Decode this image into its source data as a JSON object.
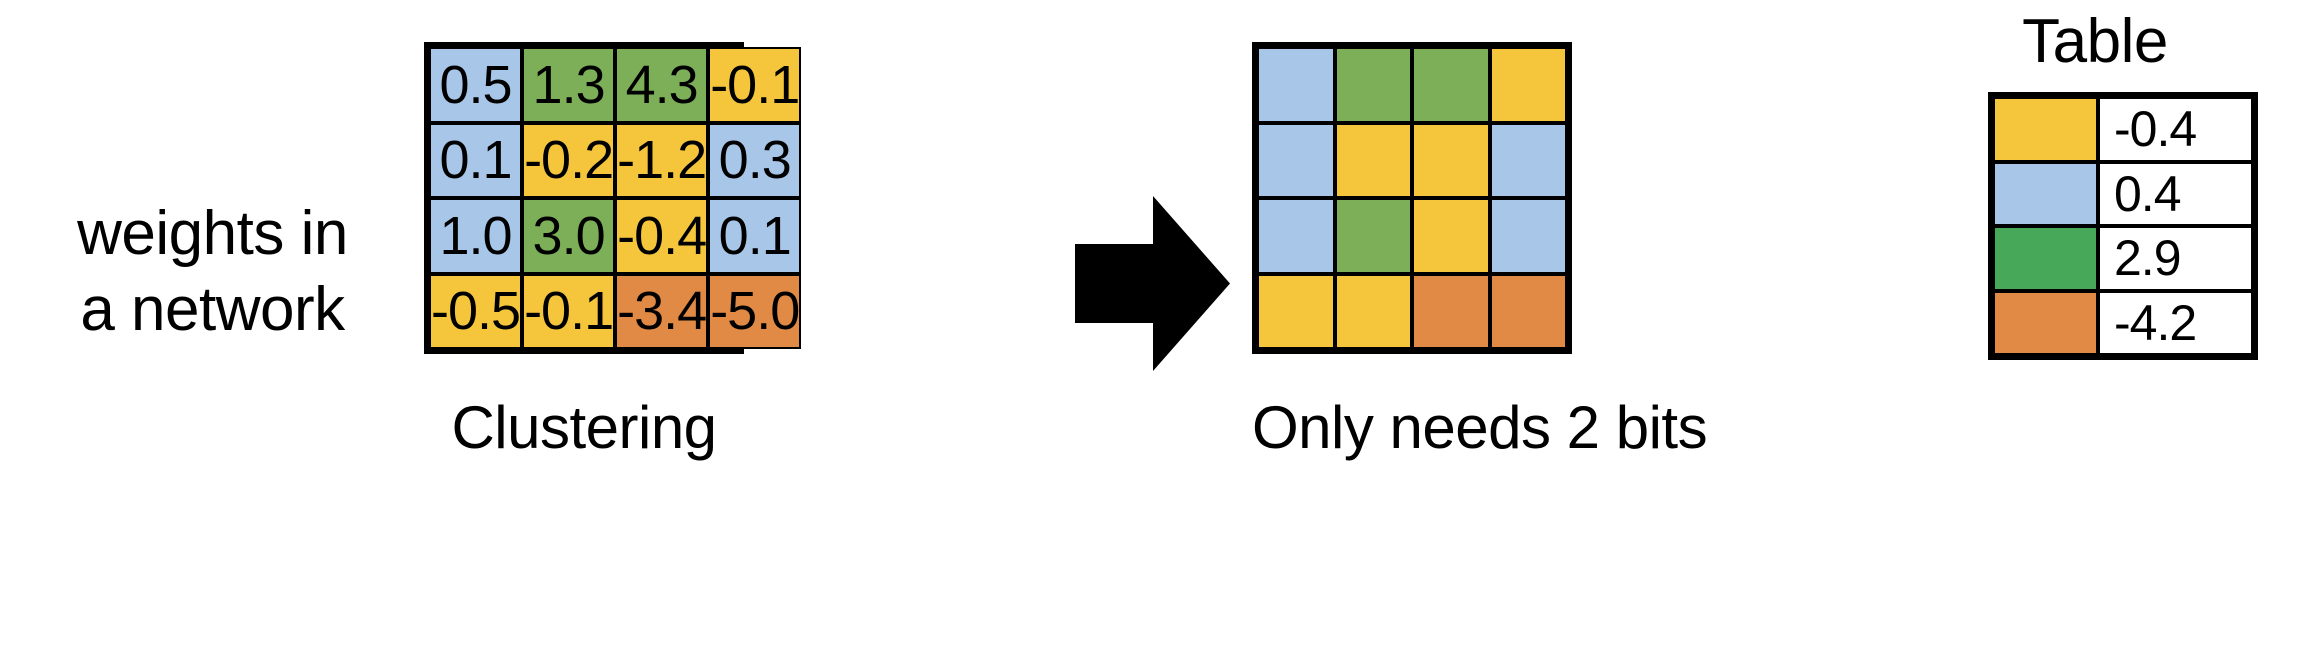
{
  "labels": {
    "side_label": "weights in\na network",
    "caption_left": "Clustering",
    "caption_right": "Only needs 2 bits",
    "legend_title": "Table"
  },
  "colors": {
    "blue": "#a8c7e8",
    "green": "#7caf57",
    "yellow": "#f5c63c",
    "orange": "#e08a45",
    "legend_green": "#48a85a",
    "border": "#000000",
    "background": "#ffffff",
    "arrow": "#000000"
  },
  "weight_matrix": {
    "rows": 4,
    "cols": 4,
    "cells": [
      {
        "value": "0.5",
        "color": "#a8c7e8"
      },
      {
        "value": "1.3",
        "color": "#7caf57"
      },
      {
        "value": "4.3",
        "color": "#7caf57"
      },
      {
        "value": "-0.1",
        "color": "#f5c63c"
      },
      {
        "value": "0.1",
        "color": "#a8c7e8"
      },
      {
        "value": "-0.2",
        "color": "#f5c63c"
      },
      {
        "value": "-1.2",
        "color": "#f5c63c"
      },
      {
        "value": "0.3",
        "color": "#a8c7e8"
      },
      {
        "value": "1.0",
        "color": "#a8c7e8"
      },
      {
        "value": "3.0",
        "color": "#7caf57"
      },
      {
        "value": "-0.4",
        "color": "#f5c63c"
      },
      {
        "value": "0.1",
        "color": "#a8c7e8"
      },
      {
        "value": "-0.5",
        "color": "#f5c63c"
      },
      {
        "value": "-0.1",
        "color": "#f5c63c"
      },
      {
        "value": "-3.4",
        "color": "#e08a45"
      },
      {
        "value": "-5.0",
        "color": "#e08a45"
      }
    ]
  },
  "clustered_matrix": {
    "rows": 4,
    "cols": 4,
    "cells": [
      {
        "value": "",
        "color": "#a8c7e8"
      },
      {
        "value": "",
        "color": "#7caf57"
      },
      {
        "value": "",
        "color": "#7caf57"
      },
      {
        "value": "",
        "color": "#f5c63c"
      },
      {
        "value": "",
        "color": "#a8c7e8"
      },
      {
        "value": "",
        "color": "#f5c63c"
      },
      {
        "value": "",
        "color": "#f5c63c"
      },
      {
        "value": "",
        "color": "#a8c7e8"
      },
      {
        "value": "",
        "color": "#a8c7e8"
      },
      {
        "value": "",
        "color": "#7caf57"
      },
      {
        "value": "",
        "color": "#f5c63c"
      },
      {
        "value": "",
        "color": "#a8c7e8"
      },
      {
        "value": "",
        "color": "#f5c63c"
      },
      {
        "value": "",
        "color": "#f5c63c"
      },
      {
        "value": "",
        "color": "#e08a45"
      },
      {
        "value": "",
        "color": "#e08a45"
      }
    ]
  },
  "legend": {
    "rows": [
      {
        "color": "#f5c63c",
        "value": "-0.4"
      },
      {
        "color": "#a8c7e8",
        "value": "0.4"
      },
      {
        "color": "#48a85a",
        "value": "2.9"
      },
      {
        "color": "#e08a45",
        "value": "-4.2"
      }
    ]
  },
  "arrow": {
    "icon": "right-block-arrow",
    "direction": "right"
  }
}
